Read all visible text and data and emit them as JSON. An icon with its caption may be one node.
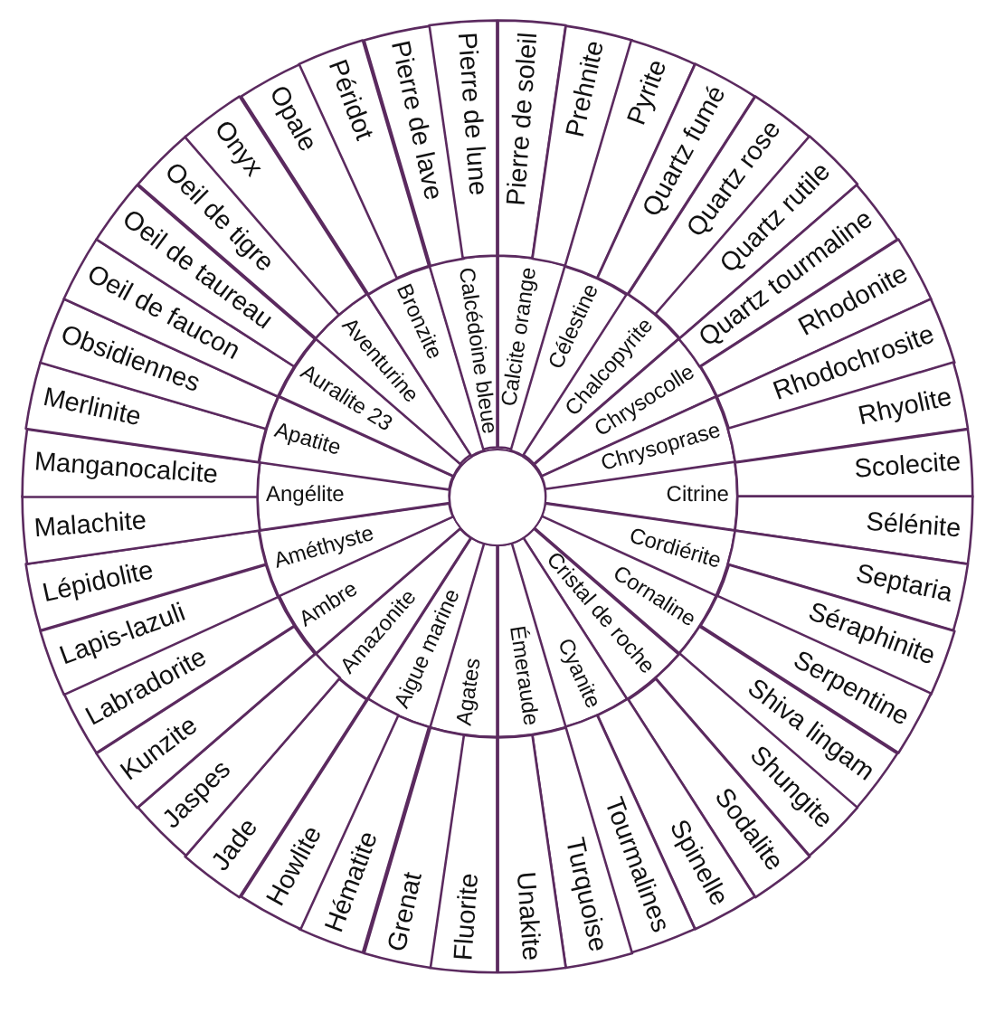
{
  "diagram": {
    "nodes": [
      {
        "text": [
          "Agates"
        ]
      },
      {
        "text": [
          "Aigue marine"
        ]
      },
      {
        "text": [
          "Amazonite"
        ]
      },
      {
        "text": [
          "Ambre"
        ]
      },
      {
        "text": [
          "Améthyste"
        ]
      },
      {
        "text": [
          "Angélite"
        ]
      },
      {
        "text": [
          "Apatite"
        ]
      },
      {
        "text": [
          "Auralite 23"
        ]
      },
      {
        "text": [
          "Aventurine"
        ]
      },
      {
        "text": [
          "Bronzite"
        ]
      },
      {
        "text": [
          "Calcédoine bleue"
        ]
      },
      {
        "text": [
          "Calcite orange"
        ]
      },
      {
        "text": [
          "Célestine"
        ]
      },
      {
        "text": [
          "Chalcopyrite"
        ]
      },
      {
        "text": [
          "Chrysocolle"
        ]
      },
      {
        "text": [
          "Chrysoprase"
        ]
      },
      {
        "text": [
          "Citrine"
        ]
      },
      {
        "text": [
          "Cordiérite"
        ]
      },
      {
        "text": [
          "Cornaline"
        ]
      },
      {
        "text": [
          "Cristal de roche"
        ]
      },
      {
        "text": [
          "Cyanite"
        ]
      },
      {
        "text": [
          "Émeraude"
        ]
      },
      {
        "text": [
          "Fluorite"
        ]
      },
      {
        "text": [
          "Grenat"
        ]
      },
      {
        "text": [
          "Hématite"
        ]
      },
      {
        "text": [
          "Howlite"
        ]
      },
      {
        "text": [
          "Jade"
        ]
      },
      {
        "text": [
          "Jaspes"
        ]
      },
      {
        "text": [
          "Kunzite"
        ]
      },
      {
        "text": [
          "Labradorite"
        ]
      },
      {
        "text": [
          "Lapis-lazuli"
        ]
      },
      {
        "text": [
          "Lépidolite"
        ]
      },
      {
        "text": [
          "Malachite"
        ]
      },
      {
        "text": [
          "Manganocalcite"
        ]
      },
      {
        "text": [
          "Merlinite"
        ]
      },
      {
        "text": [
          "Obsidiennes"
        ]
      },
      {
        "text": [
          "Oeil de faucon"
        ]
      },
      {
        "text": [
          "Oeil de taureau"
        ]
      },
      {
        "text": [
          "Oeil de tigre"
        ]
      },
      {
        "text": [
          "Onyx"
        ]
      },
      {
        "text": [
          "Opale"
        ]
      },
      {
        "text": [
          "Péridot"
        ]
      },
      {
        "text": [
          "Pierre de lave"
        ]
      },
      {
        "text": [
          "Pierre de lune"
        ]
      },
      {
        "text": [
          "Pierre de soleil"
        ]
      },
      {
        "text": [
          "Prehnite"
        ]
      },
      {
        "text": [
          "Pyrite"
        ]
      },
      {
        "text": [
          "Quartz fumé"
        ]
      },
      {
        "text": [
          "Quartz rose"
        ]
      },
      {
        "text": [
          "Quartz rutile"
        ]
      },
      {
        "text": [
          "Quartz tourmaline"
        ]
      },
      {
        "text": [
          "Rhodonite"
        ]
      },
      {
        "text": [
          "Rhodochrosite"
        ]
      },
      {
        "text": [
          "Rhyolite"
        ]
      },
      {
        "text": [
          "Scolecite"
        ]
      },
      {
        "text": [
          "Sélénite"
        ]
      },
      {
        "text": [
          "Septaria"
        ]
      },
      {
        "text": [
          "Séraphinite"
        ]
      },
      {
        "text": [
          "Serpentine"
        ]
      },
      {
        "text": [
          "Shiva lingam"
        ]
      },
      {
        "text": [
          "Shungite"
        ]
      },
      {
        "text": [
          "Sodalite"
        ]
      },
      {
        "text": [
          "Spinelle"
        ]
      },
      {
        "text": [
          "Tourmalines"
        ]
      },
      {
        "text": [
          "Turquoise"
        ]
      },
      {
        "text": [
          "Unakite"
        ]
      },
      {
        "text": [],
        "shape": "circle"
      }
    ]
  }
}
